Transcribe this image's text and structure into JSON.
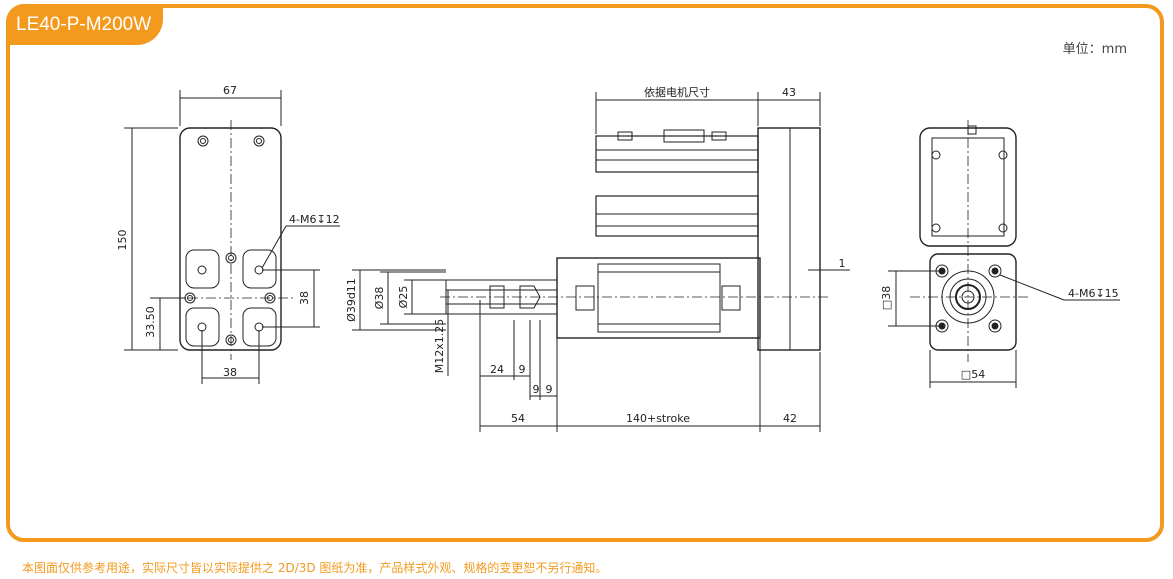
{
  "title": "LE40-P-M200W",
  "unit_label": "单位：mm",
  "footer_note": "本图面仅供参考用途，实际尺寸皆以实际提供之 2D/3D 图纸为准，产品样式外观、规格的变更恕不另行通知。",
  "colors": {
    "accent": "#f39a1e",
    "line": "#222222"
  },
  "dims": {
    "d67": "67",
    "d150": "150",
    "d3350": "33.50",
    "d38_left": "38",
    "d38_bottom": "38",
    "hole_left": "4-M6↧12",
    "d39d11": "Ø39d11",
    "d38_dia": "Ø38",
    "d25": "Ø25",
    "m12": "M12x1.25",
    "d24": "24",
    "d9a": "9",
    "d9b": "9",
    "d9c": "9",
    "d54": "54",
    "stroke": "140+stroke",
    "d42": "42",
    "motor": "依据电机尺寸",
    "d43": "43",
    "d1": "1",
    "sq38": "□38",
    "sq54": "□54",
    "hole_right": "4-M6↧15"
  }
}
